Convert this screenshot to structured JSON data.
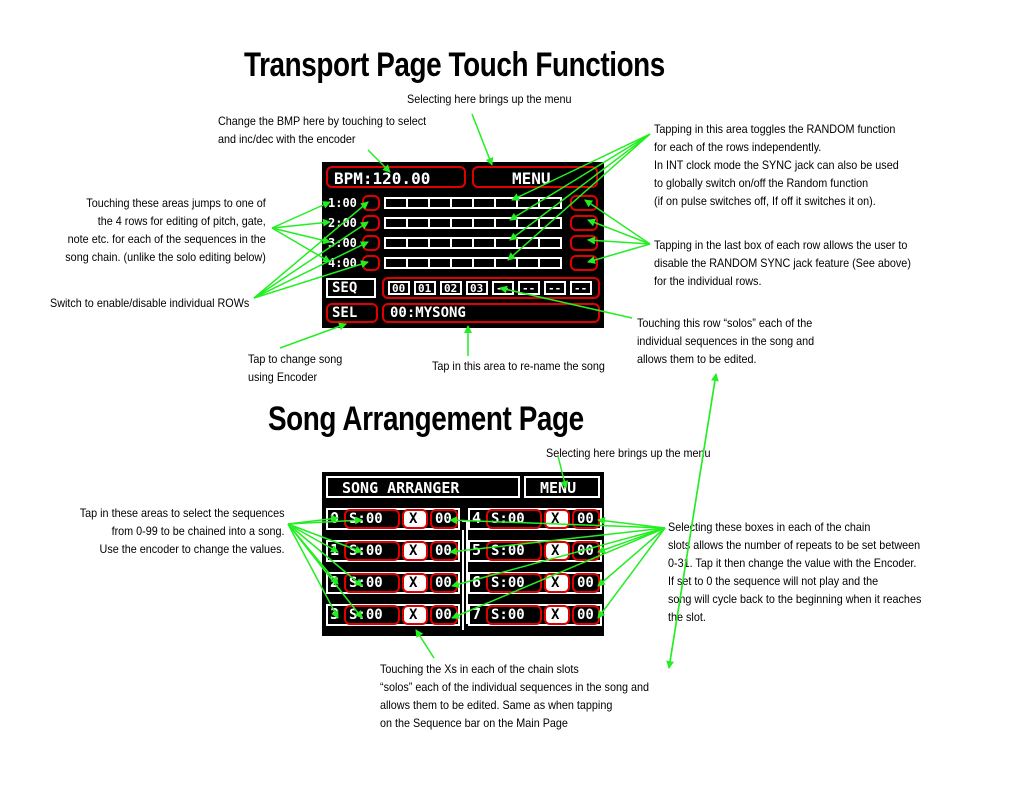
{
  "transport": {
    "title": "Transport Page Touch Functions",
    "screen": {
      "bpm_label": "BPM:120.00",
      "menu_label": "MENU",
      "rows": [
        "1:00",
        "2:00",
        "3:00",
        "4:00"
      ],
      "seq_label": "SEQ",
      "seq_cells": [
        "00",
        "01",
        "02",
        "03",
        "--",
        "--",
        "--",
        "--"
      ],
      "sel_label": "SEL",
      "song_name": "00:MYSONG"
    },
    "notes": {
      "menu": "Selecting here brings up the menu",
      "bpm": "Change the BMP here by touching to select\nand inc/dec with the encoder",
      "random": "Tapping in this area toggles the RANDOM function\nfor each of the rows independently.\nIn INT clock mode the SYNC jack can also be used\nto globally switch on/off the Random function\n(if on pulse switches off, If off it switches it on).",
      "rows_jump": "Touching these areas jumps to one of\nthe 4 rows for editing of pitch, gate,\nnote etc. for each of the sequences in the\nsong chain. (unlike the solo editing below)",
      "last_box": "Tapping in the last box of each row allows the user to\ndisable the RANDOM SYNC jack feature (See above)\nfor the individual rows.",
      "switch_rows": "Switch to enable/disable individual ROWs",
      "solos": "Touching this row “solos” each of the\nindividual sequences in the song and\nallows them to be edited.",
      "change_song": "Tap to change song\nusing Encoder",
      "rename": "Tap in this area to re-name the song"
    }
  },
  "arrangement": {
    "title": "Song Arrangement Page",
    "screen": {
      "header": "SONG ARRANGER",
      "menu_label": "MENU",
      "slots_left": [
        {
          "idx": "0",
          "seq": "S:00",
          "x": "X",
          "rep": "00"
        },
        {
          "idx": "1",
          "seq": "S:00",
          "x": "X",
          "rep": "00"
        },
        {
          "idx": "2",
          "seq": "S:00",
          "x": "X",
          "rep": "00"
        },
        {
          "idx": "3",
          "seq": "S:00",
          "x": "X",
          "rep": "00"
        }
      ],
      "slots_right": [
        {
          "idx": "4",
          "seq": "S:00",
          "x": "X",
          "rep": "00"
        },
        {
          "idx": "5",
          "seq": "S:00",
          "x": "X",
          "rep": "00"
        },
        {
          "idx": "6",
          "seq": "S:00",
          "x": "X",
          "rep": "00"
        },
        {
          "idx": "7",
          "seq": "S:00",
          "x": "X",
          "rep": "00"
        }
      ]
    },
    "notes": {
      "menu": "Selecting here brings up the menu",
      "sequences": "Tap in these areas to select the sequences\nfrom 0-99 to be chained into a song.\nUse the encoder to change the values.",
      "repeats": "Selecting these boxes in each of the chain\nslots allows the number of repeats to be set between\n0-31. Tap it then change the value with the Encoder.\nIf set to 0 the sequence will not play and the\nsong will cycle back to the beginning when it reaches\nthe slot.",
      "xs": "Touching the Xs in each of the chain slots\n“solos” each of the individual sequences in the song and\nallows them to be edited. Same as when tapping\non the Sequence bar on the Main Page"
    }
  },
  "colors": {
    "arrow": "#22ee22",
    "highlight": "#e00000",
    "screen": "#000000"
  }
}
